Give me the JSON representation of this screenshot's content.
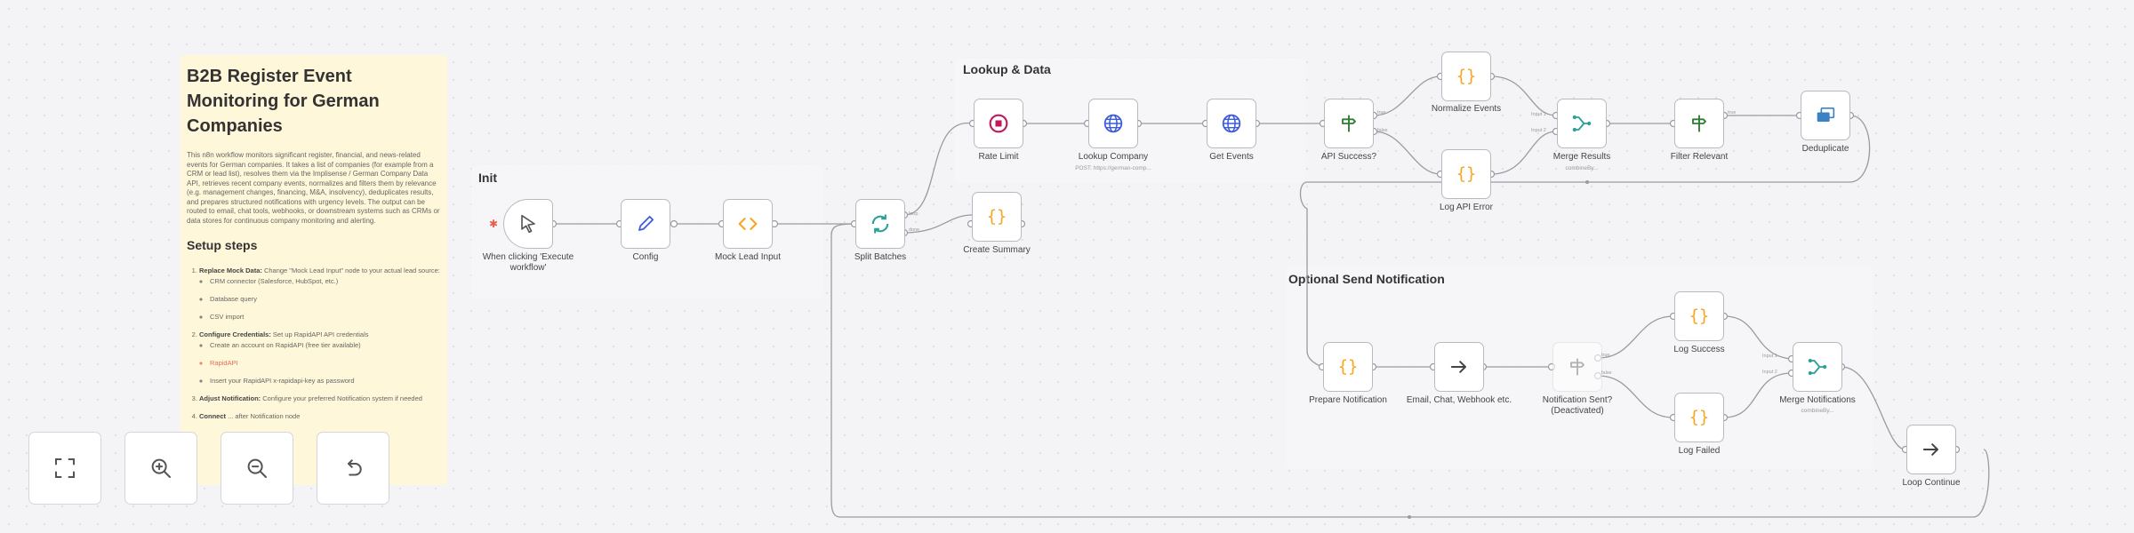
{
  "colors": {
    "accent_orange": "#f5a623",
    "accent_blue": "#3b5bdb",
    "accent_teal": "#2aa198",
    "accent_red": "#c2185b",
    "sticky_bg": "#fff7d9"
  },
  "sticky": {
    "title": "B2B Register Event Monitoring for German Companies",
    "description": "This n8n workflow monitors significant register, financial, and news-related events for German companies. It takes a list of companies (for example from a CRM or lead list), resolves them via the Implisense / German Company Data API, retrieves recent company events, normalizes and filters them by relevance (e.g. management changes, financing, M&A, insolvency), deduplicates results, and prepares structured notifications with urgency levels. The output can be routed to email, chat tools, webhooks, or downstream systems such as CRMs or data stores for continuous company monitoring and alerting.",
    "setup_heading": "Setup steps",
    "steps": [
      {
        "bold": "Replace Mock Data:",
        "text": " Change \"Mock Lead Input\" node to your actual lead source:",
        "items": [
          "CRM connector (Salesforce, HubSpot, etc.)",
          "Database query",
          "CSV import"
        ]
      },
      {
        "bold": "Configure Credentials:",
        "text": " Set up RapidAPI API credentials",
        "items": [
          "Create an account on RapidAPI (free tier available)",
          "RapidAPI",
          "Insert your RapidAPI x-rapidapi-key as password"
        ]
      },
      {
        "bold": "Adjust Notification:",
        "text": " Configure your preferred Notification system if needed",
        "items": []
      },
      {
        "bold": "Connect",
        "text": " ... after Notification node",
        "items": []
      }
    ]
  },
  "groups": {
    "init": "Init",
    "lookup": "Lookup & Data",
    "notify": "Optional Send Notification"
  },
  "nodes": {
    "manual_trigger": "When clicking 'Execute workflow'",
    "config": "Config",
    "mock_lead_input": "Mock Lead Input",
    "split_batches": "Split Batches",
    "create_summary": "Create Summary",
    "rate_limit": "Rate Limit",
    "lookup_company": "Lookup Company",
    "lookup_company_sub": "POST: https://german-comp...",
    "get_events": "Get Events",
    "api_success": "API Success?",
    "normalize_events": "Normalize Events",
    "log_api_error": "Log API Error",
    "merge_results": "Merge Results",
    "merge_results_sub": "combineBy...",
    "filter_relevant": "Filter Relevant",
    "deduplicate": "Deduplicate",
    "prepare_notification": "Prepare Notification",
    "send_notification": "Email, Chat, Webhook etc.",
    "notification_sent": "Notification Sent? (Deactivated)",
    "log_success": "Log Success",
    "log_failed": "Log Failed",
    "merge_notifications": "Merge Notifications",
    "merge_notifications_sub": "combineBy...",
    "loop_continue": "Loop Continue"
  },
  "ports": {
    "true": "true",
    "false": "false",
    "done": "done",
    "loop": "loop",
    "input1": "Input 1",
    "input2": "Input 2"
  },
  "controls": {
    "fit_view": "fit-view-icon",
    "zoom_in": "zoom-in-icon",
    "zoom_out": "zoom-out-icon",
    "reset": "undo-icon"
  }
}
